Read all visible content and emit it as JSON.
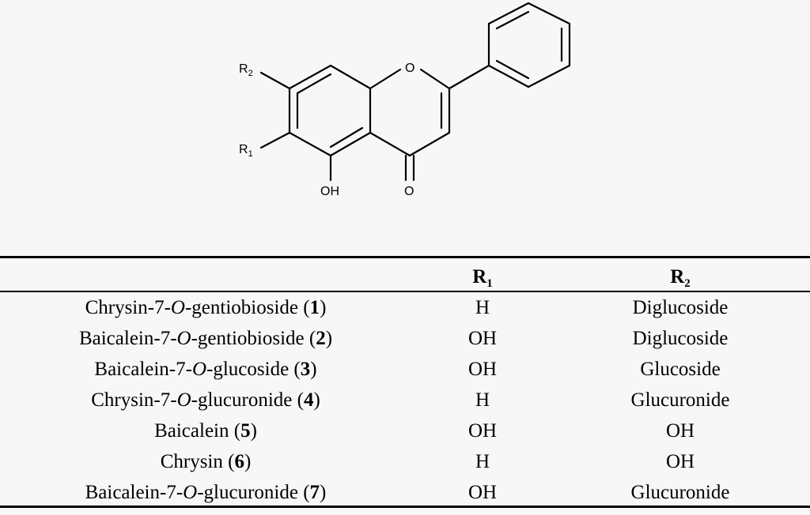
{
  "structure": {
    "labels": {
      "R2": "R",
      "R2_sub": "2",
      "R1": "R",
      "R1_sub": "1",
      "OH": "OH",
      "O_ring": "O",
      "O_carbonyl": "O"
    }
  },
  "table": {
    "headers": {
      "r1_main": "R",
      "r1_sub": "1",
      "r2_main": "R",
      "r2_sub": "2"
    },
    "rows": [
      {
        "pre": "Chrysin-7-",
        "ital": "O",
        "post": "-gentiobioside (",
        "num": "1",
        "close": ")",
        "r1": "H",
        "r2": "Diglucoside"
      },
      {
        "pre": "Baicalein-7-",
        "ital": "O",
        "post": "-gentiobioside (",
        "num": "2",
        "close": ")",
        "r1": "OH",
        "r2": "Diglucoside"
      },
      {
        "pre": "Baicalein-7-",
        "ital": "O",
        "post": "-glucoside (",
        "num": "3",
        "close": ")",
        "r1": "OH",
        "r2": "Glucoside"
      },
      {
        "pre": "Chrysin-7-",
        "ital": "O",
        "post": "-glucuronide (",
        "num": "4",
        "close": ")",
        "r1": "H",
        "r2": "Glucuronide"
      },
      {
        "pre": "Baicalein (",
        "ital": "",
        "post": "",
        "num": "5",
        "close": ")",
        "r1": "OH",
        "r2": "OH"
      },
      {
        "pre": "Chrysin (",
        "ital": "",
        "post": "",
        "num": "6",
        "close": ")",
        "r1": "H",
        "r2": "OH"
      },
      {
        "pre": "Baicalein-7-",
        "ital": "O",
        "post": "-glucuronide (",
        "num": "7",
        "close": ")",
        "r1": "OH",
        "r2": "Glucuronide"
      }
    ]
  }
}
